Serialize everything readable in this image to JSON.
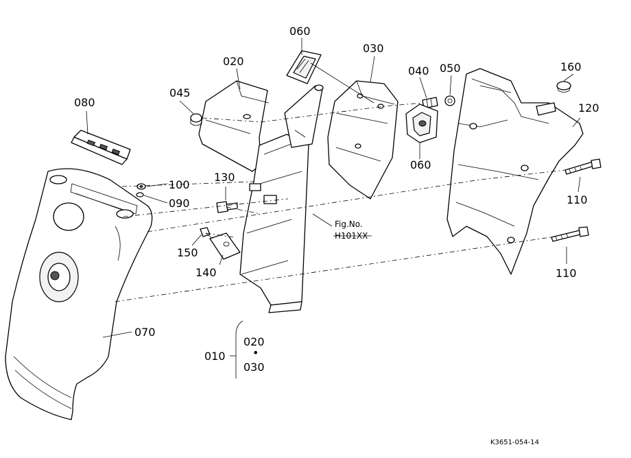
{
  "labels": {
    "p010": "010",
    "p020": "020",
    "p020b": "020",
    "p030": "030",
    "p030b": "030",
    "p040": "040",
    "p045": "045",
    "p050": "050",
    "p060a": "060",
    "p060b": "060",
    "p070": "070",
    "p080": "080",
    "p090": "090",
    "p100": "100",
    "p110a": "110",
    "p110b": "110",
    "p120": "120",
    "p130": "130",
    "p140": "140",
    "p150": "150",
    "p160": "160"
  },
  "figref": {
    "line1": "Fig.No.",
    "line2": "H101XX"
  },
  "set_separator": "•",
  "code": "K3651-054-14"
}
